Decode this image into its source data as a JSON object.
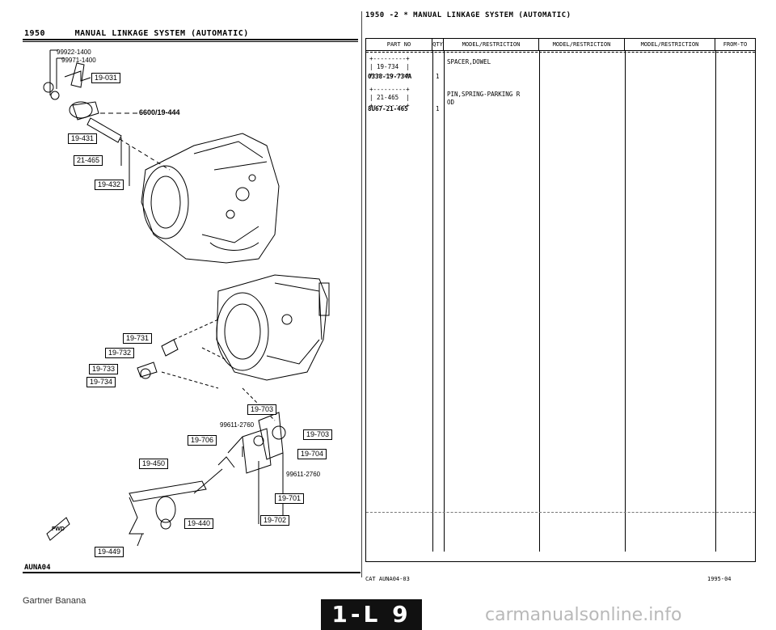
{
  "left_header": {
    "code": "1950",
    "title": "MANUAL LINKAGE SYSTEM (AUTOMATIC)"
  },
  "right_header": {
    "title": "1950 -2 * MANUAL LINKAGE SYSTEM (AUTOMATIC)"
  },
  "table": {
    "columns": [
      "PART NO",
      "QTY",
      "MODEL/RESTRICTION",
      "MODEL/RESTRICTION",
      "MODEL/RESTRICTION",
      "FROM-TO"
    ],
    "rows": [
      {
        "ref_box": "+---------+\n| 19-734  |\n+---------+",
        "part_no": "0338-19-734A",
        "qty": "1",
        "description": "SPACER,DOWEL"
      },
      {
        "ref_box": "+---------+\n| 21-465  |\n+---------+",
        "part_no": "8U67-21-465",
        "qty": "1",
        "description": "PIN,SPRING-PARKING R\nOD"
      }
    ]
  },
  "callouts": {
    "c1": "99922-1400",
    "c2": "99971-1400",
    "c3": "19-031",
    "c4": "6600/19-444",
    "c5": "19-431",
    "c6": "21-465",
    "c7": "19-432",
    "c8": "19-731",
    "c9": "19-732",
    "c10": "19-733",
    "c11": "19-734",
    "c12": "19-703",
    "c13": "99611-2760",
    "c14": "19-706",
    "c15": "19-703",
    "c16": "19-704",
    "c17": "19-450",
    "c18": "99611-2760",
    "c19": "19-701",
    "c20": "19-440",
    "c21": "19-702",
    "c22": "19-449"
  },
  "front_marker": "FWD",
  "footer": {
    "left": "AUNA04",
    "right_left": "CAT AUNA04-03",
    "right_right": "1995-04"
  },
  "brand": "Gartner Banana",
  "page_number": "1-L 9",
  "watermark": "carmanualsonline.info"
}
